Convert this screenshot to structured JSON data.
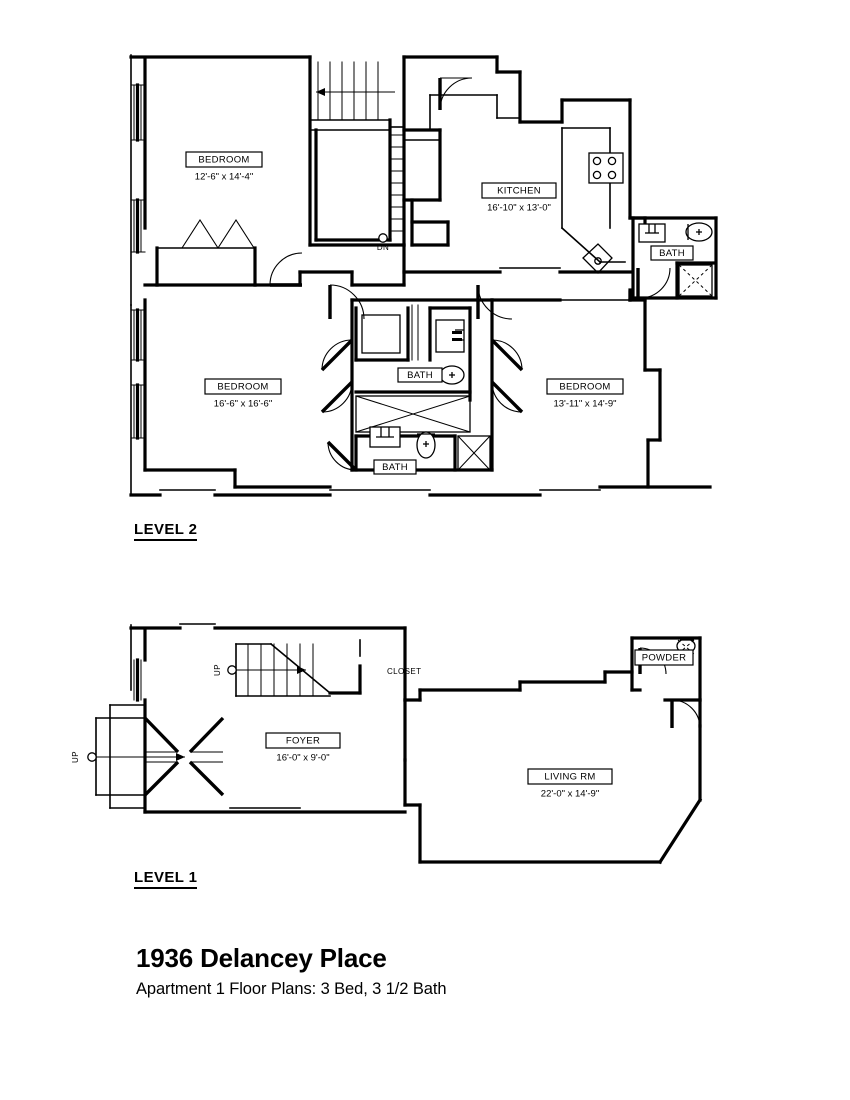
{
  "sheet": {
    "title": "1936 Delancey Place",
    "subtitle": "Apartment 1 Floor Plans:  3 Bed, 3 1/2 Bath",
    "background_color": "#ffffff",
    "line_color": "#000000"
  },
  "levels": [
    {
      "id": "level-2",
      "title": "LEVEL 2",
      "rooms": [
        {
          "name": "BEDROOM",
          "dimensions": "12'-6\" x 14'-4\""
        },
        {
          "name": "KITCHEN",
          "dimensions": "16'-10\" x 13'-0\""
        },
        {
          "name": "BATH",
          "dimensions": ""
        },
        {
          "name": "BEDROOM",
          "dimensions": "16'-6\" x 16'-6\""
        },
        {
          "name": "BATH",
          "dimensions": ""
        },
        {
          "name": "BEDROOM",
          "dimensions": "13'-11\" x 14'-9\""
        },
        {
          "name": "BATH",
          "dimensions": ""
        }
      ],
      "markers": [
        {
          "label": "DN",
          "meaning": "stair-down"
        }
      ]
    },
    {
      "id": "level-1",
      "title": "LEVEL 1",
      "rooms": [
        {
          "name": "FOYER",
          "dimensions": "16'-0\" x 9'-0\""
        },
        {
          "name": "LIVING RM",
          "dimensions": "22'-0\" x 14'-9\""
        },
        {
          "name": "POWDER",
          "dimensions": ""
        }
      ],
      "annotations": [
        {
          "label": "CLOSET"
        }
      ],
      "markers": [
        {
          "label": "UP",
          "meaning": "stair-up-interior"
        },
        {
          "label": "UP",
          "meaning": "stair-up-entry"
        }
      ]
    }
  ]
}
